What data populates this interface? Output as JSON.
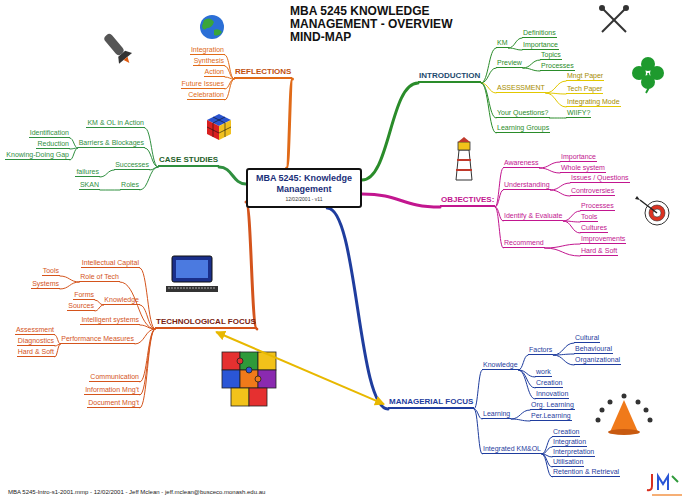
{
  "diagram": {
    "title": "MBA 5245 KNOWLEDGE MANAGEMENT - OVERVIEW MIND-MAP",
    "caption": "MBA 5245-Intro-s1-2001.mmp - 12/02/2001 - Jeff Mclean - jeff.mclean@busceco.monash.edu.au",
    "nodes": [
      {
        "text": [
          "MBA 5245: Knowledge Management",
          "12/02/2001 - v11"
        ]
      },
      {
        "text": [
          "INTRODUCTION"
        ]
      },
      {
        "text": [
          "KM"
        ]
      },
      {
        "text": [
          "Definitions"
        ]
      },
      {
        "text": [
          "Importance"
        ]
      },
      {
        "text": [
          "Preview"
        ]
      },
      {
        "text": [
          "Topics"
        ]
      },
      {
        "text": [
          "Processes"
        ]
      },
      {
        "text": [
          "ASSESSMENT"
        ]
      },
      {
        "text": [
          "Mngt Paper"
        ]
      },
      {
        "text": [
          "Tech Paper"
        ]
      },
      {
        "text": [
          "Integrating Mode"
        ]
      },
      {
        "text": [
          "Your Questions?"
        ]
      },
      {
        "text": [
          "WIIFY?"
        ]
      },
      {
        "text": [
          "Learning Groups"
        ]
      },
      {
        "text": [
          "OBJECTIVES:"
        ]
      },
      {
        "text": [
          "Awareness"
        ]
      },
      {
        "text": [
          "Importance"
        ]
      },
      {
        "text": [
          "Whole system"
        ]
      },
      {
        "text": [
          "Understanding"
        ]
      },
      {
        "text": [
          "Issues / Questions"
        ]
      },
      {
        "text": [
          "Controversies"
        ]
      },
      {
        "text": [
          "Identify & Evaluate"
        ]
      },
      {
        "text": [
          "Processes"
        ]
      },
      {
        "text": [
          "Tools"
        ]
      },
      {
        "text": [
          "Cultures"
        ]
      },
      {
        "text": [
          "Recommend"
        ]
      },
      {
        "text": [
          "Improvements"
        ]
      },
      {
        "text": [
          "Hard & Soft"
        ]
      },
      {
        "text": [
          "MANAGERIAL FOCUS"
        ]
      },
      {
        "text": [
          "Knowledge"
        ]
      },
      {
        "text": [
          "Factors"
        ]
      },
      {
        "text": [
          "Cultural"
        ]
      },
      {
        "text": [
          "Behavioural"
        ]
      },
      {
        "text": [
          "Organizational"
        ]
      },
      {
        "text": [
          "work"
        ]
      },
      {
        "text": [
          "Creation"
        ]
      },
      {
        "text": [
          "Innovation"
        ]
      },
      {
        "text": [
          "Learning"
        ]
      },
      {
        "text": [
          "Org. Learning"
        ]
      },
      {
        "text": [
          "Per.Learning"
        ]
      },
      {
        "text": [
          "Integrated KM&OL"
        ]
      },
      {
        "text": [
          "Creation"
        ]
      },
      {
        "text": [
          "Integration"
        ]
      },
      {
        "text": [
          "Interpretation"
        ]
      },
      {
        "text": [
          "Utilisation"
        ]
      },
      {
        "text": [
          "Retention & Retrieval"
        ]
      },
      {
        "text": [
          "TECHNOLOGICAL FOCUS"
        ]
      },
      {
        "text": [
          "Intellectual Capital"
        ]
      },
      {
        "text": [
          "Role of Tech"
        ]
      },
      {
        "text": [
          "Tools"
        ]
      },
      {
        "text": [
          "Systems"
        ]
      },
      {
        "text": [
          "Knowledge"
        ]
      },
      {
        "text": [
          "Forms"
        ]
      },
      {
        "text": [
          "Sources"
        ]
      },
      {
        "text": [
          "Intelligent systems"
        ]
      },
      {
        "text": [
          "Performance Measures"
        ]
      },
      {
        "text": [
          "Assessment"
        ]
      },
      {
        "text": [
          "Diagnostics"
        ]
      },
      {
        "text": [
          "Hard & Soft"
        ]
      },
      {
        "text": [
          "Communication"
        ]
      },
      {
        "text": [
          "Information Mng't"
        ]
      },
      {
        "text": [
          "Document Mng't"
        ]
      },
      {
        "text": [
          "CASE STUDIES"
        ]
      },
      {
        "text": [
          "KM & OL in Action"
        ]
      },
      {
        "text": [
          "Barriers & Blockages"
        ]
      },
      {
        "text": [
          "Identification"
        ]
      },
      {
        "text": [
          "Reduction"
        ]
      },
      {
        "text": [
          "Knowing-Doing Gap"
        ]
      },
      {
        "text": [
          "Successes"
        ]
      },
      {
        "text": [
          "failures"
        ]
      },
      {
        "text": [
          "Roles"
        ]
      },
      {
        "text": [
          "SKAN"
        ]
      },
      {
        "text": [
          "REFLECTIONS"
        ]
      },
      {
        "text": [
          "Integration"
        ]
      },
      {
        "text": [
          "Synthesis"
        ]
      },
      {
        "text": [
          "Action"
        ]
      },
      {
        "text": [
          "Future Issues"
        ]
      },
      {
        "text": [
          "Celebration"
        ]
      }
    ],
    "edges": [
      {
        "from": 0,
        "to": 1,
        "arrow": "none"
      },
      {
        "from": 1,
        "to": 2,
        "arrow": "none"
      },
      {
        "from": 2,
        "to": 3,
        "arrow": "none"
      },
      {
        "from": 2,
        "to": 4,
        "arrow": "none"
      },
      {
        "from": 1,
        "to": 5,
        "arrow": "none"
      },
      {
        "from": 5,
        "to": 6,
        "arrow": "none"
      },
      {
        "from": 5,
        "to": 7,
        "arrow": "none"
      },
      {
        "from": 1,
        "to": 8,
        "arrow": "none"
      },
      {
        "from": 8,
        "to": 9,
        "arrow": "none"
      },
      {
        "from": 8,
        "to": 10,
        "arrow": "none"
      },
      {
        "from": 8,
        "to": 11,
        "arrow": "none"
      },
      {
        "from": 1,
        "to": 12,
        "arrow": "none"
      },
      {
        "from": 12,
        "to": 13,
        "arrow": "none"
      },
      {
        "from": 1,
        "to": 14,
        "arrow": "none"
      },
      {
        "from": 0,
        "to": 15,
        "arrow": "none"
      },
      {
        "from": 15,
        "to": 16,
        "arrow": "none"
      },
      {
        "from": 16,
        "to": 17,
        "arrow": "none"
      },
      {
        "from": 16,
        "to": 18,
        "arrow": "none"
      },
      {
        "from": 15,
        "to": 19,
        "arrow": "none"
      },
      {
        "from": 19,
        "to": 20,
        "arrow": "none"
      },
      {
        "from": 19,
        "to": 21,
        "arrow": "none"
      },
      {
        "from": 15,
        "to": 22,
        "arrow": "none"
      },
      {
        "from": 22,
        "to": 23,
        "arrow": "none"
      },
      {
        "from": 22,
        "to": 24,
        "arrow": "none"
      },
      {
        "from": 22,
        "to": 25,
        "arrow": "none"
      },
      {
        "from": 15,
        "to": 26,
        "arrow": "none"
      },
      {
        "from": 26,
        "to": 27,
        "arrow": "none"
      },
      {
        "from": 26,
        "to": 28,
        "arrow": "none"
      },
      {
        "from": 0,
        "to": 29,
        "arrow": "none"
      },
      {
        "from": 29,
        "to": 30,
        "arrow": "none"
      },
      {
        "from": 30,
        "to": 31,
        "arrow": "none"
      },
      {
        "from": 31,
        "to": 32,
        "arrow": "none"
      },
      {
        "from": 31,
        "to": 33,
        "arrow": "none"
      },
      {
        "from": 31,
        "to": 34,
        "arrow": "none"
      },
      {
        "from": 30,
        "to": 35,
        "arrow": "none"
      },
      {
        "from": 30,
        "to": 36,
        "arrow": "none"
      },
      {
        "from": 30,
        "to": 37,
        "arrow": "none"
      },
      {
        "from": 29,
        "to": 38,
        "arrow": "none"
      },
      {
        "from": 38,
        "to": 39,
        "arrow": "none"
      },
      {
        "from": 38,
        "to": 40,
        "arrow": "none"
      },
      {
        "from": 29,
        "to": 41,
        "arrow": "none"
      },
      {
        "from": 41,
        "to": 42,
        "arrow": "none"
      },
      {
        "from": 41,
        "to": 43,
        "arrow": "none"
      },
      {
        "from": 41,
        "to": 44,
        "arrow": "none"
      },
      {
        "from": 41,
        "to": 45,
        "arrow": "none"
      },
      {
        "from": 41,
        "to": 46,
        "arrow": "none"
      },
      {
        "from": 0,
        "to": 47,
        "arrow": "none"
      },
      {
        "from": 47,
        "to": 48,
        "arrow": "none"
      },
      {
        "from": 47,
        "to": 49,
        "arrow": "none"
      },
      {
        "from": 49,
        "to": 50,
        "arrow": "none"
      },
      {
        "from": 49,
        "to": 51,
        "arrow": "none"
      },
      {
        "from": 47,
        "to": 52,
        "arrow": "none"
      },
      {
        "from": 52,
        "to": 53,
        "arrow": "none"
      },
      {
        "from": 52,
        "to": 54,
        "arrow": "none"
      },
      {
        "from": 47,
        "to": 55,
        "arrow": "none"
      },
      {
        "from": 47,
        "to": 56,
        "arrow": "none"
      },
      {
        "from": 56,
        "to": 57,
        "arrow": "none"
      },
      {
        "from": 56,
        "to": 58,
        "arrow": "none"
      },
      {
        "from": 56,
        "to": 59,
        "arrow": "none"
      },
      {
        "from": 47,
        "to": 60,
        "arrow": "none"
      },
      {
        "from": 47,
        "to": 61,
        "arrow": "none"
      },
      {
        "from": 47,
        "to": 62,
        "arrow": "none"
      },
      {
        "from": 0,
        "to": 63,
        "arrow": "none"
      },
      {
        "from": 63,
        "to": 64,
        "arrow": "none"
      },
      {
        "from": 63,
        "to": 65,
        "arrow": "none"
      },
      {
        "from": 65,
        "to": 66,
        "arrow": "none"
      },
      {
        "from": 65,
        "to": 67,
        "arrow": "none"
      },
      {
        "from": 65,
        "to": 68,
        "arrow": "none"
      },
      {
        "from": 63,
        "to": 69,
        "arrow": "none"
      },
      {
        "from": 69,
        "to": 70,
        "arrow": "none"
      },
      {
        "from": 63,
        "to": 71,
        "arrow": "none"
      },
      {
        "from": 71,
        "to": 72,
        "arrow": "none"
      },
      {
        "from": 0,
        "to": 73,
        "arrow": "none"
      },
      {
        "from": 73,
        "to": 74,
        "arrow": "none"
      },
      {
        "from": 73,
        "to": 75,
        "arrow": "none"
      },
      {
        "from": 73,
        "to": 76,
        "arrow": "none"
      },
      {
        "from": 73,
        "to": 77,
        "arrow": "none"
      },
      {
        "from": 73,
        "to": 78,
        "arrow": "none"
      },
      {
        "from": 47,
        "to": 29,
        "arrow": "both"
      }
    ]
  }
}
